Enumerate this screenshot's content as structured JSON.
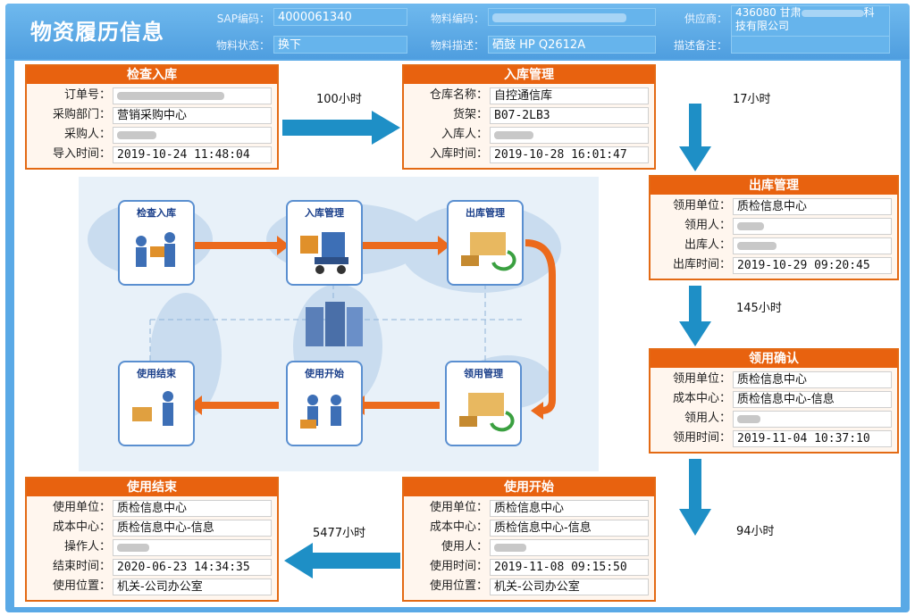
{
  "app": {
    "title": "物资履历信息"
  },
  "header": {
    "sap_label": "SAP编码：",
    "sap_value": "4000061340",
    "material_code_label": "物料编码：",
    "supplier_label": "供应商：",
    "supplier_line1": "436080 甘肃",
    "supplier_line1_tail": "科",
    "supplier_line2": "技有限公司",
    "status_label": "物料状态：",
    "status_value": "换下",
    "desc_label": "物料描述：",
    "desc_value": "硒鼓 HP Q2612A",
    "remark_label": "描述备注："
  },
  "cards": {
    "inspection": {
      "title": "检查入库",
      "rows": [
        {
          "label": "订单号：",
          "value": ""
        },
        {
          "label": "采购部门：",
          "value": "营销采购中心"
        },
        {
          "label": "采购人：",
          "value": ""
        },
        {
          "label": "导入时间：",
          "value": "2019-10-24 11:48:04"
        }
      ]
    },
    "warehousing": {
      "title": "入库管理",
      "rows": [
        {
          "label": "仓库名称：",
          "value": "自控通信库"
        },
        {
          "label": "货架：",
          "value": "B07-2LB3"
        },
        {
          "label": "入库人：",
          "value": ""
        },
        {
          "label": "入库时间：",
          "value": "2019-10-28 16:01:47"
        }
      ]
    },
    "outbound": {
      "title": "出库管理",
      "rows": [
        {
          "label": "领用单位：",
          "value": "质检信息中心"
        },
        {
          "label": "领用人：",
          "value": ""
        },
        {
          "label": "出库人：",
          "value": ""
        },
        {
          "label": "出库时间：",
          "value": "2019-10-29 09:20:45"
        }
      ]
    },
    "receipt": {
      "title": "领用确认",
      "rows": [
        {
          "label": "领用单位：",
          "value": "质检信息中心"
        },
        {
          "label": "成本中心：",
          "value": "质检信息中心-信息"
        },
        {
          "label": "领用人：",
          "value": ""
        },
        {
          "label": "领用时间：",
          "value": "2019-11-04 10:37:10"
        }
      ]
    },
    "use_start": {
      "title": "使用开始",
      "rows": [
        {
          "label": "使用单位：",
          "value": "质检信息中心"
        },
        {
          "label": "成本中心：",
          "value": "质检信息中心-信息"
        },
        {
          "label": "使用人：",
          "value": ""
        },
        {
          "label": "使用时间：",
          "value": "2019-11-08 09:15:50"
        },
        {
          "label": "使用位置：",
          "value": "机关-公司办公室"
        }
      ]
    },
    "use_end": {
      "title": "使用结束",
      "rows": [
        {
          "label": "使用单位：",
          "value": "质检信息中心"
        },
        {
          "label": "成本中心：",
          "value": "质检信息中心-信息"
        },
        {
          "label": "操作人：",
          "value": ""
        },
        {
          "label": "结束时间：",
          "value": "2020-06-23 14:34:35"
        },
        {
          "label": "使用位置：",
          "value": "机关-公司办公室"
        }
      ]
    }
  },
  "durations": {
    "d1": "100小时",
    "d2": "17小时",
    "d3": "145小时",
    "d4": "94小时",
    "d5": "5477小时"
  },
  "diagram": {
    "nodes": {
      "n1": "检查入库",
      "n2": "入库管理",
      "n3": "出库管理",
      "n4": "使用结束",
      "n5": "使用开始",
      "n6": "领用管理"
    }
  },
  "colors": {
    "header_blue": "#4f9edf",
    "card_orange": "#e8620f",
    "arrow_blue": "#1e90c8",
    "flow_orange": "#ec6a1c"
  }
}
